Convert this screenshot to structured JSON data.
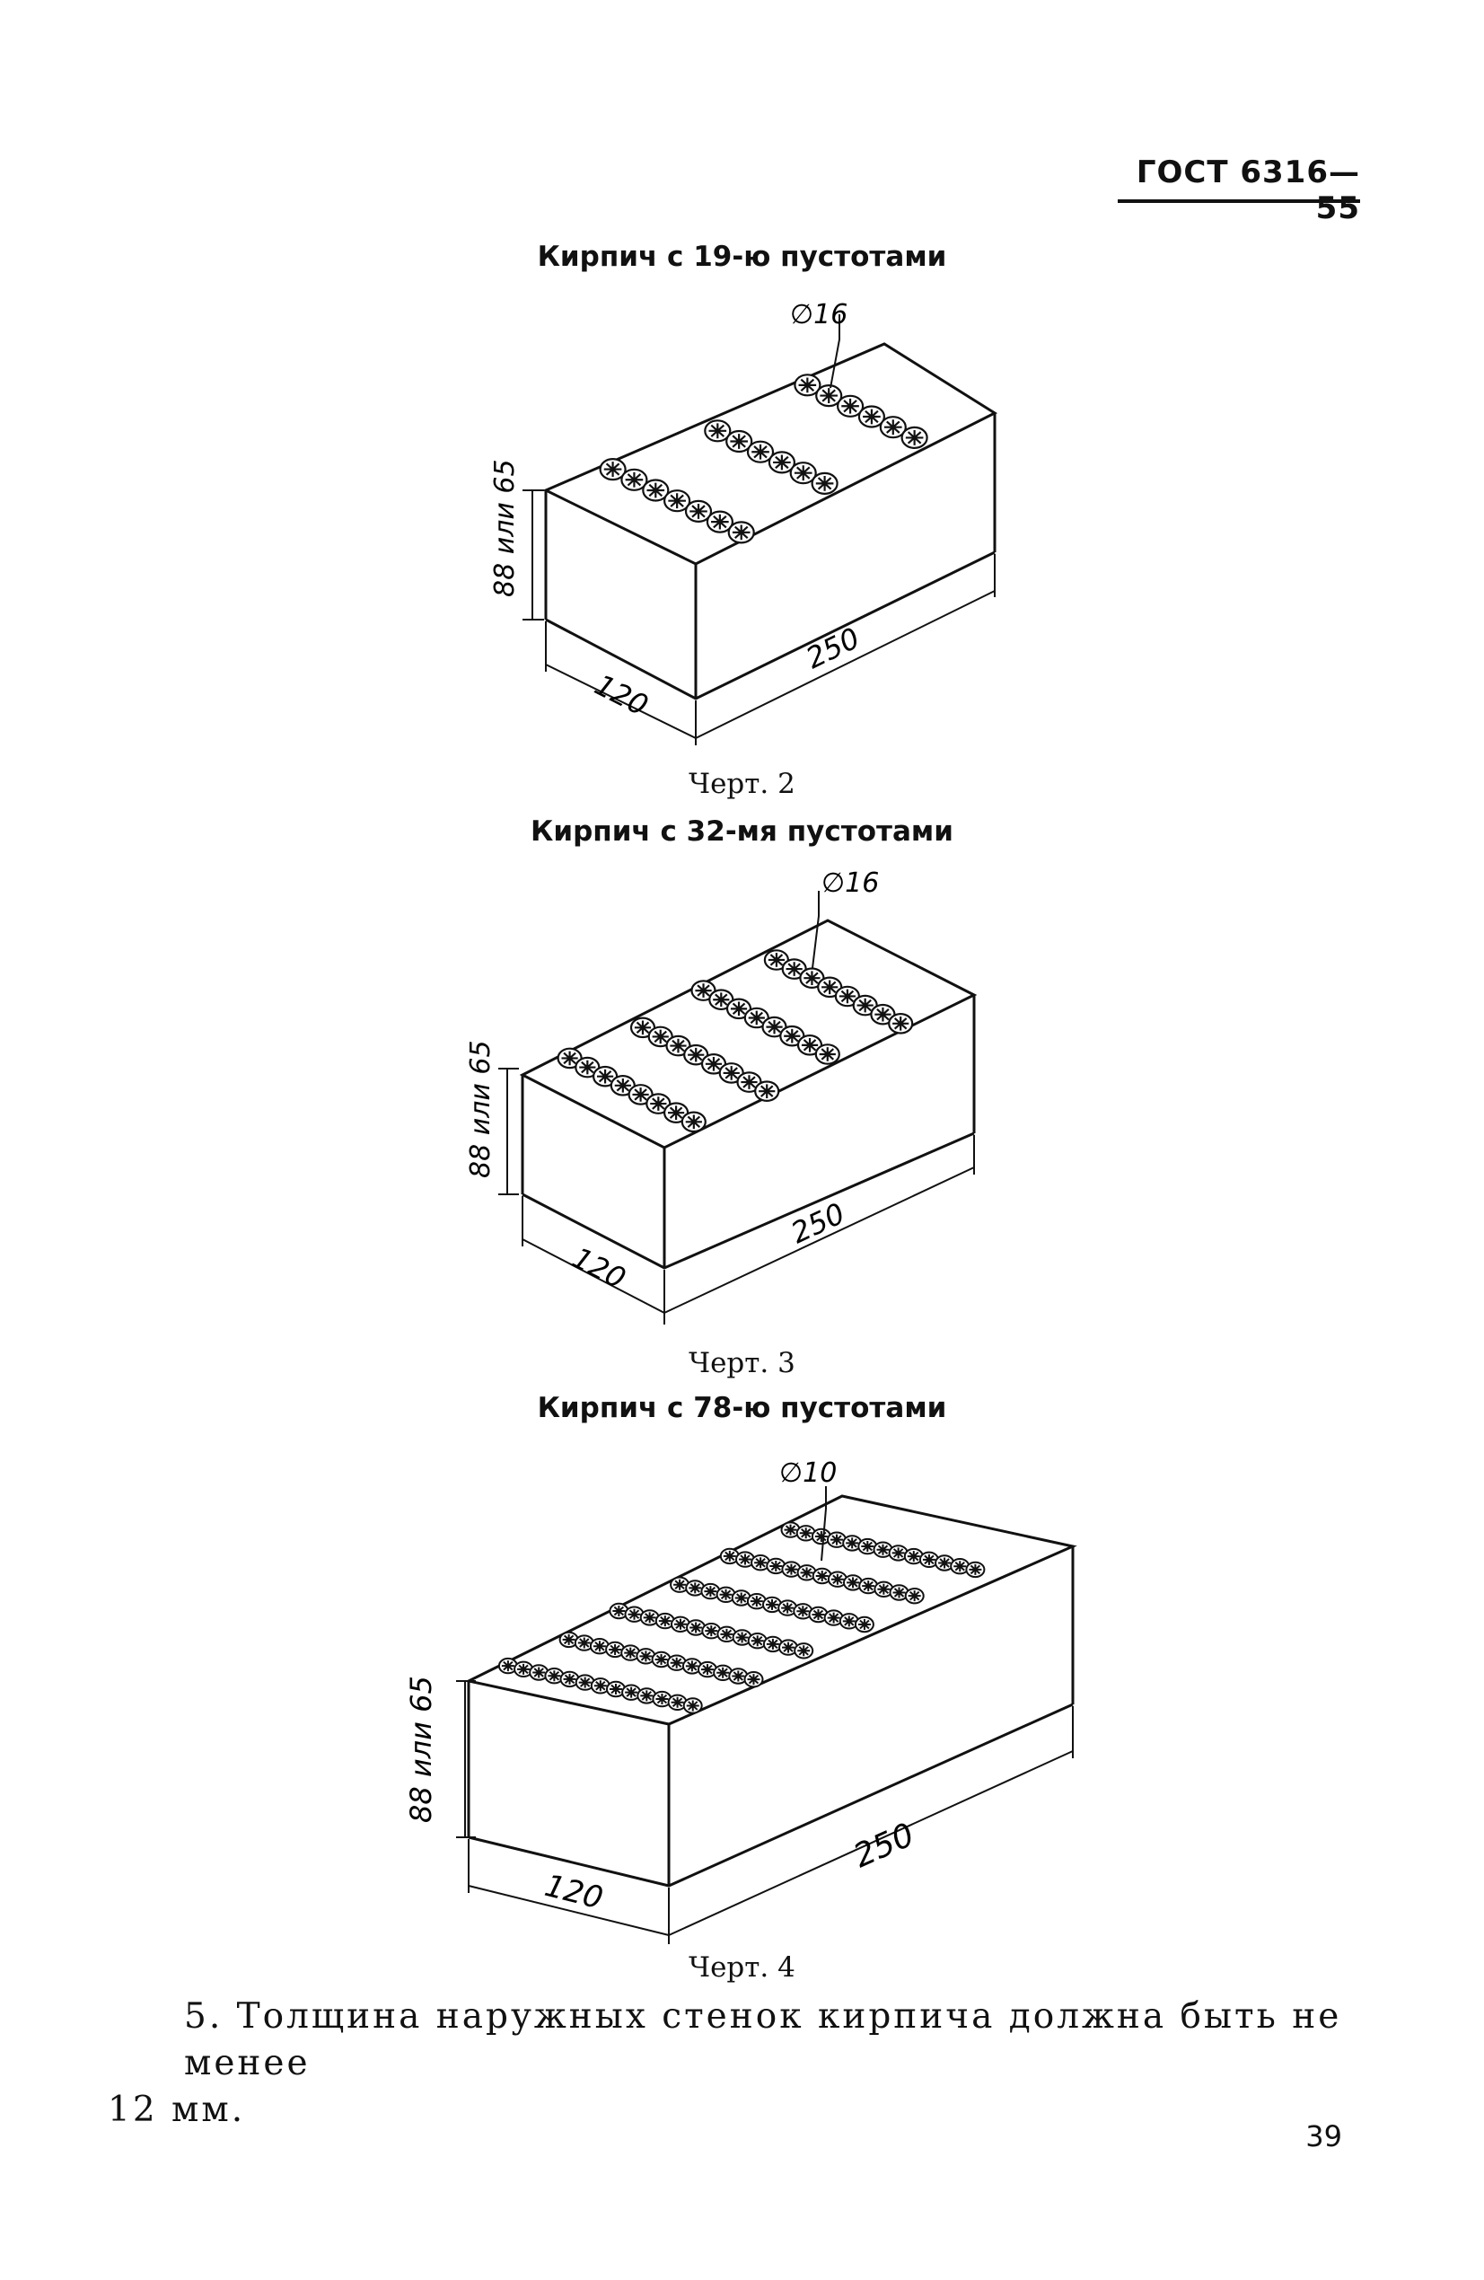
{
  "header": {
    "standard": "ГОСТ 6316—55"
  },
  "figures": [
    {
      "title": "Кирпич с 19-ю пустотами",
      "caption": "Черт. 2",
      "diameter_label": "∅16",
      "height_label": "88 или 65",
      "length_label": "250",
      "width_label": "120",
      "holes": 19
    },
    {
      "title": "Кирпич с 32-мя пустотами",
      "caption": "Черт. 3",
      "diameter_label": "∅16",
      "height_label": "88 или 65",
      "length_label": "250",
      "width_label": "120",
      "holes": 32
    },
    {
      "title": "Кирпич с 78-ю пустотами",
      "caption": "Черт. 4",
      "diameter_label": "∅10",
      "height_label": "88 или 65",
      "length_label": "250",
      "width_label": "120",
      "holes": 78
    }
  ],
  "paragraph": {
    "line1": "5. Толщина наружных стенок кирпича должна быть не менее",
    "line2": "12 мм."
  },
  "page_number": "39"
}
